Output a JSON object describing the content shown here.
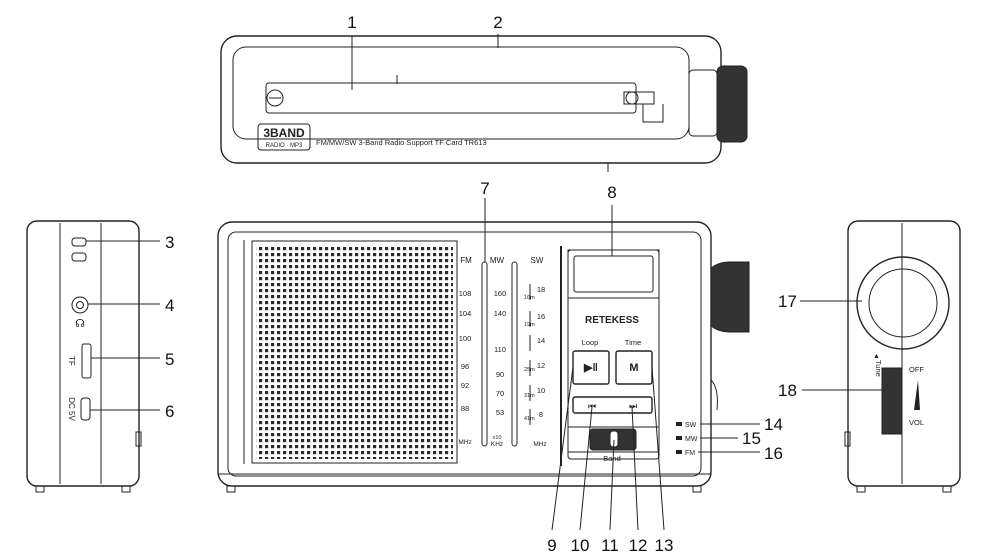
{
  "callouts": [
    "1",
    "2",
    "3",
    "4",
    "5",
    "6",
    "7",
    "8",
    "9",
    "10",
    "11",
    "12",
    "13",
    "14",
    "15",
    "16",
    "17",
    "18"
  ],
  "top_view": {
    "badge_title": "3BAND",
    "badge_sub": "RADIO · MP3",
    "product_text": "FM/MW/SW 3-Band Radio Support TF Card TR613"
  },
  "left_side": {
    "tf_label": "TF",
    "dc_label": "DC 5V",
    "headphone_symbol": "headphone-icon"
  },
  "front": {
    "brand": "RETEKESS",
    "loop_label": "Loop",
    "time_label": "Time",
    "play_pause_glyph": "▶ǁ",
    "mode_glyph": "M",
    "prev_glyph": "⏮",
    "next_glyph": "⏭",
    "band_label": "Band",
    "switch_labels": [
      "SW",
      "MW",
      "FM"
    ],
    "dial": {
      "fm_header": "FM",
      "mw_header": "MW",
      "sw_header": "SW",
      "fm_ticks": [
        "108",
        "104",
        "100",
        "96",
        "92",
        "88"
      ],
      "fm_unit": "MHz",
      "mw_ticks": [
        "160",
        "140",
        "110",
        "90",
        "70",
        "53"
      ],
      "mw_unit_top": "x10",
      "mw_unit": "KHz",
      "sw_ticks": [
        "18",
        "16",
        "14",
        "12",
        "10",
        "8"
      ],
      "sw_meters": [
        "16m",
        "19m",
        "25m",
        "31m",
        "41m"
      ],
      "sw_unit": "MHz"
    }
  },
  "right_side": {
    "tune_label": "Tune",
    "off_label": "OFF",
    "vol_label": "VOL"
  }
}
